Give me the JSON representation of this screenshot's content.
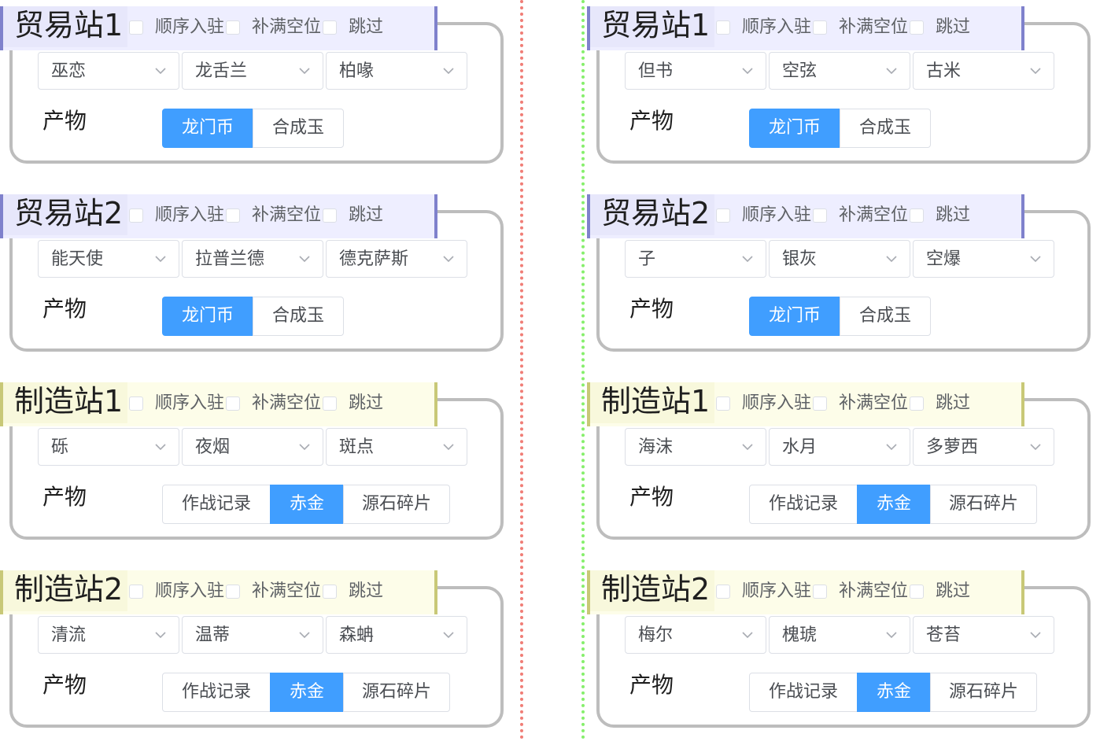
{
  "options": [
    "顺序入驻",
    "补满空位",
    "跳过"
  ],
  "product_label": "产物",
  "columns": [
    {
      "stations": [
        {
          "title": "贸易站1",
          "kind": "trade",
          "operators": [
            "巫恋",
            "龙舌兰",
            "柏喙"
          ],
          "products": [
            "龙门币",
            "合成玉"
          ],
          "selected": 0
        },
        {
          "title": "贸易站2",
          "kind": "trade",
          "operators": [
            "能天使",
            "拉普兰德",
            "德克萨斯"
          ],
          "products": [
            "龙门币",
            "合成玉"
          ],
          "selected": 0
        },
        {
          "title": "制造站1",
          "kind": "mfg",
          "operators": [
            "砾",
            "夜烟",
            "斑点"
          ],
          "products": [
            "作战记录",
            "赤金",
            "源石碎片"
          ],
          "selected": 1
        },
        {
          "title": "制造站2",
          "kind": "mfg",
          "operators": [
            "清流",
            "温蒂",
            "森蚺"
          ],
          "products": [
            "作战记录",
            "赤金",
            "源石碎片"
          ],
          "selected": 1
        }
      ]
    },
    {
      "stations": [
        {
          "title": "贸易站1",
          "kind": "trade",
          "operators": [
            "但书",
            "空弦",
            "古米"
          ],
          "products": [
            "龙门币",
            "合成玉"
          ],
          "selected": 0
        },
        {
          "title": "贸易站2",
          "kind": "trade",
          "operators": [
            "子",
            "银灰",
            "空爆"
          ],
          "products": [
            "龙门币",
            "合成玉"
          ],
          "selected": 0
        },
        {
          "title": "制造站1",
          "kind": "mfg",
          "operators": [
            "海沫",
            "水月",
            "多萝西"
          ],
          "products": [
            "作战记录",
            "赤金",
            "源石碎片"
          ],
          "selected": 1
        },
        {
          "title": "制造站2",
          "kind": "mfg",
          "operators": [
            "梅尔",
            "槐琥",
            "苍苔"
          ],
          "products": [
            "作战记录",
            "赤金",
            "源石碎片"
          ],
          "selected": 1
        }
      ]
    }
  ],
  "colors": {
    "trade_accent": "#7f81cc",
    "mfg_accent": "#c8c877",
    "active": "#409eff",
    "left_divider": "#f07d76",
    "right_divider": "#86ef6c"
  }
}
